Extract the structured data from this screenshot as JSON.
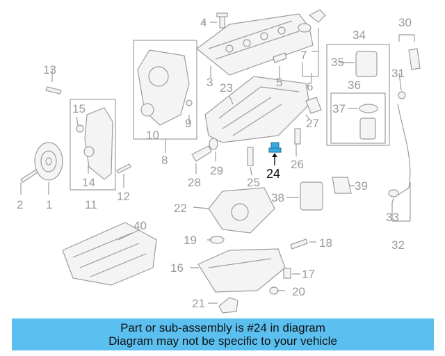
{
  "diagram": {
    "callouts": [
      "1",
      "2",
      "3",
      "4",
      "5",
      "6",
      "7",
      "8",
      "9",
      "10",
      "11",
      "12",
      "13",
      "14",
      "15",
      "16",
      "17",
      "18",
      "19",
      "20",
      "21",
      "22",
      "23",
      "25",
      "26",
      "27",
      "28",
      "29",
      "30",
      "31",
      "32",
      "33",
      "34",
      "35",
      "36",
      "37",
      "38",
      "39",
      "40"
    ],
    "highlighted_callout": "24",
    "colors": {
      "part_line": "#9c9c9c",
      "label": "#9a9a9a",
      "highlight_part": "#3aa9e0",
      "highlight_label": "#111111"
    }
  },
  "banner": {
    "line1": "Part or sub-assembly is #24 in diagram",
    "line2": "Diagram may not be specific to your vehicle",
    "color": "#5bc0f0"
  }
}
